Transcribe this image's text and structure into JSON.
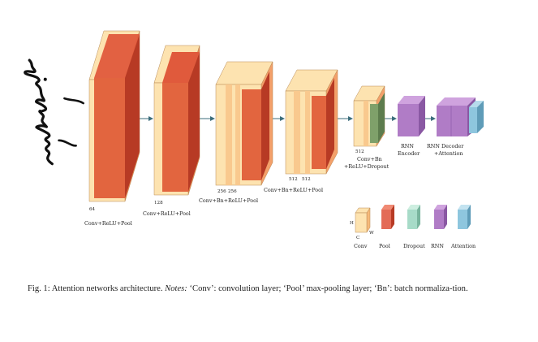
{
  "diagram": {
    "handwriting_alt": "handwritten input word",
    "layers": [
      {
        "id": "conv1",
        "channels": "64",
        "label": "Conv+ReLU+Pool"
      },
      {
        "id": "conv2",
        "channels": "128",
        "label": "Conv+ReLU+Pool"
      },
      {
        "id": "conv3",
        "channels": [
          "256",
          "256"
        ],
        "label": "Conv+Bn+ReLU+Pool"
      },
      {
        "id": "conv4",
        "channels": [
          "512",
          "512"
        ],
        "label": "Conv+Bn+ReLU+Pool"
      },
      {
        "id": "conv5",
        "channels": "512",
        "label_lines": [
          "Conv+Bn",
          "+ReLU+Dropout"
        ]
      },
      {
        "id": "rnn-encoder",
        "label_lines": [
          "RNN",
          "Encoder"
        ]
      },
      {
        "id": "rnn-decoder",
        "label_lines": [
          "RNN Decoder",
          "+Attention"
        ]
      }
    ],
    "legend": {
      "dims": {
        "h": "H",
        "w": "W",
        "c": "C"
      },
      "items": [
        {
          "id": "conv",
          "label": "Conv",
          "color": "#fde3b0"
        },
        {
          "id": "pool",
          "label": "Pool",
          "color": "#e36b57"
        },
        {
          "id": "dropout",
          "label": "Dropout",
          "color": "#a7dbc8"
        },
        {
          "id": "rnn",
          "label": "RNN",
          "color": "#b07cc6"
        },
        {
          "id": "attention",
          "label": "Attention",
          "color": "#8ec6de"
        }
      ]
    },
    "colors": {
      "conv": "#fde3b0",
      "conv_dark": "#f6b97a",
      "conv_band": "#f9c98e",
      "pool": "#e05a3c",
      "pool_dark": "#b73a24",
      "dropout": "#7fa06a",
      "rnn": "#b07cc6",
      "rnn_dark": "#8a58a3",
      "attention": "#8ec6de",
      "arrow": "#3b6d7b"
    }
  },
  "caption": {
    "prefix": "Fig. 1: Attention networks architecture. ",
    "notes_label": "Notes:",
    "body": " ‘Conv’: convolution layer; ‘Pool’ max-pooling layer; ‘Bn’: batch normaliza-tion."
  }
}
